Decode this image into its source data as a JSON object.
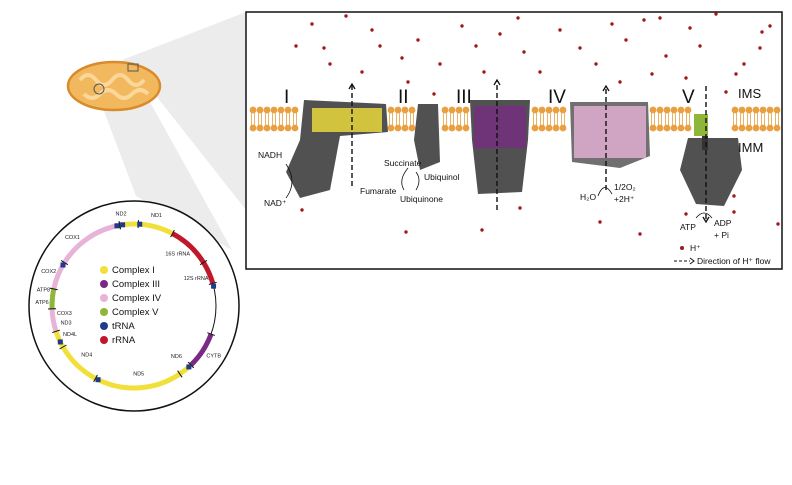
{
  "colors": {
    "lipid": "#e8a040",
    "proton": "#9e1b1b",
    "complex_i": "#f2e03a",
    "complex_iii": "#7a2a85",
    "complex_iv": "#e7b3d8",
    "complex_v": "#8fb53a",
    "trna": "#1e3a8a",
    "rrna": "#c0182a",
    "mito_fill": "#f2b85e",
    "mito_stroke": "#d98a2a"
  },
  "membrane": {
    "complex_labels": [
      "I",
      "II",
      "III",
      "IV",
      "V"
    ],
    "ims_label": "IMS",
    "imm_label": "IMM",
    "reactions": {
      "nadh": "NADH",
      "nad": "NAD⁺",
      "succinate": "Succinate",
      "fumarate": "Fumarate",
      "ubiquinol": "Ubiquinol",
      "ubiquinone": "Ubiquinone",
      "h2o": "H₂O",
      "half_o2": "1/2O₂",
      "two_h": "+2H⁺",
      "atp": "ATP",
      "adp": "ADP",
      "pi": "+ Pi"
    },
    "legend_proton": "H⁺",
    "legend_flow": "Direction of H⁺ flow"
  },
  "mtdna": {
    "legend": [
      {
        "label": "Complex I",
        "color": "#f2e03a"
      },
      {
        "label": "Complex III",
        "color": "#7a2a85"
      },
      {
        "label": "Complex IV",
        "color": "#e7b3d8"
      },
      {
        "label": "Complex V",
        "color": "#8fb53a"
      },
      {
        "label": "tRNA",
        "color": "#1e3a8a"
      },
      {
        "label": "rRNA",
        "color": "#c0182a"
      }
    ],
    "genes": [
      "ND2",
      "ND1",
      "16S rRNA",
      "12S rRNA",
      "CYTB",
      "ND6",
      "ND5",
      "ND4",
      "ND4L",
      "ND3",
      "COX3",
      "ATP6",
      "ATP8",
      "COX2",
      "COX1"
    ]
  }
}
